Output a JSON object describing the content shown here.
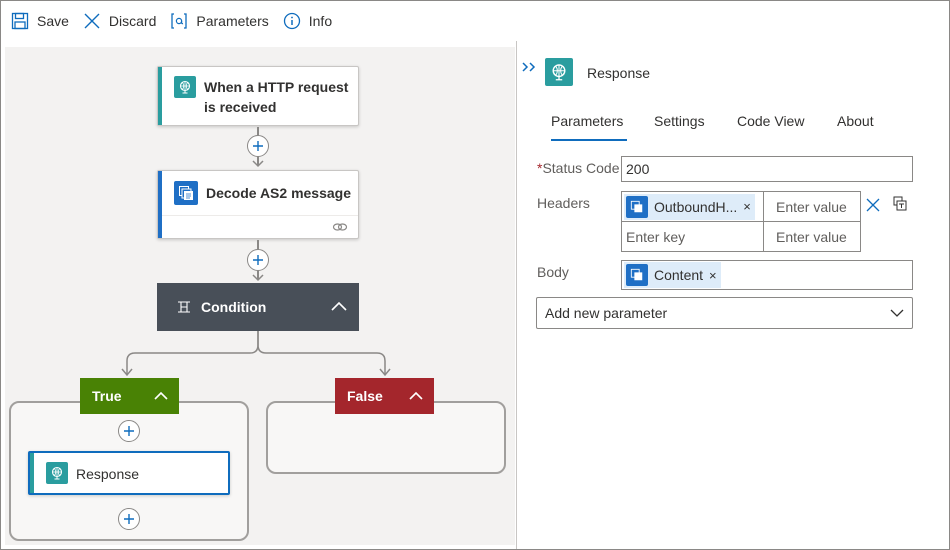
{
  "toolbar": {
    "save_label": "Save",
    "discard_label": "Discard",
    "parameters_label": "Parameters",
    "info_label": "Info"
  },
  "colors": {
    "accent": "#0f6cbd",
    "trigger_teal": "#2a9d9f",
    "condition_bg": "#484f58",
    "true_green": "#498205",
    "false_red": "#a4262c"
  },
  "workflow": {
    "trigger_title_line1": "When a HTTP request",
    "trigger_title_line2": "is received",
    "decode_title": "Decode AS2 message",
    "condition_title": "Condition",
    "true_label": "True",
    "false_label": "False",
    "response_title": "Response"
  },
  "panel": {
    "title": "Response",
    "tabs": [
      {
        "label": "Parameters",
        "selected": true
      },
      {
        "label": "Settings",
        "selected": false
      },
      {
        "label": "Code View",
        "selected": false
      },
      {
        "label": "About",
        "selected": false
      }
    ],
    "status_code_label": "Status Code",
    "status_code_value": "200",
    "headers_label": "Headers",
    "header_token": "OutboundH...",
    "enter_value_placeholder": "Enter value",
    "enter_key_placeholder": "Enter key",
    "enter_value_placeholder_2": "Enter value",
    "body_label": "Body",
    "body_token": "Content",
    "token_remove": "×",
    "add_param_label": "Add new parameter"
  }
}
